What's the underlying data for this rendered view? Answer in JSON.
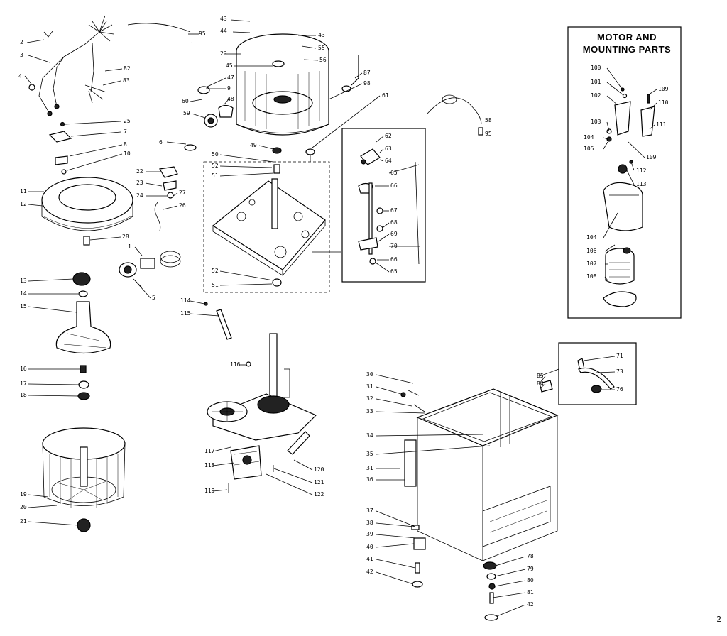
{
  "diagram": {
    "page_number": "2",
    "inset_title_line1": "MOTOR AND",
    "inset_title_line2": "MOUNTING PARTS"
  },
  "callouts": [
    {
      "id": "c-2",
      "label": "2"
    },
    {
      "id": "c-3",
      "label": "3"
    },
    {
      "id": "c-4",
      "label": "4"
    },
    {
      "id": "c-95a",
      "label": "95"
    },
    {
      "id": "c-43a",
      "label": "43"
    },
    {
      "id": "c-44",
      "label": "44"
    },
    {
      "id": "c-43b",
      "label": "43"
    },
    {
      "id": "c-55",
      "label": "55"
    },
    {
      "id": "c-56",
      "label": "56"
    },
    {
      "id": "c-23",
      "label": "23"
    },
    {
      "id": "c-45",
      "label": "45"
    },
    {
      "id": "c-82",
      "label": "82"
    },
    {
      "id": "c-83",
      "label": "83"
    },
    {
      "id": "c-87",
      "label": "87"
    },
    {
      "id": "c-98",
      "label": "98"
    },
    {
      "id": "c-47",
      "label": "47"
    },
    {
      "id": "c-9",
      "label": "9"
    },
    {
      "id": "c-48",
      "label": "48"
    },
    {
      "id": "c-60",
      "label": "60"
    },
    {
      "id": "c-59",
      "label": "59"
    },
    {
      "id": "c-61",
      "label": "61"
    },
    {
      "id": "c-25",
      "label": "25"
    },
    {
      "id": "c-7",
      "label": "7"
    },
    {
      "id": "c-6",
      "label": "6"
    },
    {
      "id": "c-10",
      "label": "10"
    },
    {
      "id": "c-8",
      "label": "8"
    },
    {
      "id": "c-58",
      "label": "58"
    },
    {
      "id": "c-95b",
      "label": "95"
    },
    {
      "id": "c-49",
      "label": "49"
    },
    {
      "id": "c-62",
      "label": "62"
    },
    {
      "id": "c-63",
      "label": "63"
    },
    {
      "id": "c-64",
      "label": "64"
    },
    {
      "id": "c-50",
      "label": "50"
    },
    {
      "id": "c-52a",
      "label": "52"
    },
    {
      "id": "c-51a",
      "label": "51"
    },
    {
      "id": "c-65a",
      "label": "65"
    },
    {
      "id": "c-22",
      "label": "22"
    },
    {
      "id": "c-23b",
      "label": "23"
    },
    {
      "id": "c-24",
      "label": "24"
    },
    {
      "id": "c-27",
      "label": "27"
    },
    {
      "id": "c-26",
      "label": "26"
    },
    {
      "id": "c-66a",
      "label": "66"
    },
    {
      "id": "c-67",
      "label": "67"
    },
    {
      "id": "c-68",
      "label": "68"
    },
    {
      "id": "c-69",
      "label": "69"
    },
    {
      "id": "c-70",
      "label": "70"
    },
    {
      "id": "c-66b",
      "label": "66"
    },
    {
      "id": "c-65b",
      "label": "65"
    },
    {
      "id": "c-11",
      "label": "11"
    },
    {
      "id": "c-12",
      "label": "12"
    },
    {
      "id": "c-28",
      "label": "28"
    },
    {
      "id": "c-1",
      "label": "1"
    },
    {
      "id": "c-52b",
      "label": "52"
    },
    {
      "id": "c-51b",
      "label": "51"
    },
    {
      "id": "c-5",
      "label": "5"
    },
    {
      "id": "c-13",
      "label": "13"
    },
    {
      "id": "c-14",
      "label": "14"
    },
    {
      "id": "c-15",
      "label": "15"
    },
    {
      "id": "c-114",
      "label": "114"
    },
    {
      "id": "c-115",
      "label": "115"
    },
    {
      "id": "c-100",
      "label": "100"
    },
    {
      "id": "c-101",
      "label": "101"
    },
    {
      "id": "c-102",
      "label": "102"
    },
    {
      "id": "c-109a",
      "label": "109"
    },
    {
      "id": "c-110",
      "label": "110"
    },
    {
      "id": "c-103",
      "label": "103"
    },
    {
      "id": "c-111",
      "label": "111"
    },
    {
      "id": "c-104a",
      "label": "104"
    },
    {
      "id": "c-105",
      "label": "105"
    },
    {
      "id": "c-109b",
      "label": "109"
    },
    {
      "id": "c-112",
      "label": "112"
    },
    {
      "id": "c-113",
      "label": "113"
    },
    {
      "id": "c-104b",
      "label": "104"
    },
    {
      "id": "c-106",
      "label": "106"
    },
    {
      "id": "c-107",
      "label": "107"
    },
    {
      "id": "c-108",
      "label": "108"
    },
    {
      "id": "c-16",
      "label": "16"
    },
    {
      "id": "c-17",
      "label": "17"
    },
    {
      "id": "c-18",
      "label": "18"
    },
    {
      "id": "c-116",
      "label": "116"
    },
    {
      "id": "c-71",
      "label": "71"
    },
    {
      "id": "c-73",
      "label": "73"
    },
    {
      "id": "c-76",
      "label": "76"
    },
    {
      "id": "c-30",
      "label": "30"
    },
    {
      "id": "c-85",
      "label": "85"
    },
    {
      "id": "c-84",
      "label": "84"
    },
    {
      "id": "c-31a",
      "label": "31"
    },
    {
      "id": "c-32",
      "label": "32"
    },
    {
      "id": "c-33",
      "label": "33"
    },
    {
      "id": "c-34",
      "label": "34"
    },
    {
      "id": "c-35",
      "label": "35"
    },
    {
      "id": "c-117",
      "label": "117"
    },
    {
      "id": "c-118",
      "label": "118"
    },
    {
      "id": "c-120",
      "label": "120"
    },
    {
      "id": "c-121",
      "label": "121"
    },
    {
      "id": "c-122",
      "label": "122"
    },
    {
      "id": "c-119",
      "label": "119"
    },
    {
      "id": "c-31b",
      "label": "31"
    },
    {
      "id": "c-36",
      "label": "36"
    },
    {
      "id": "c-19",
      "label": "19"
    },
    {
      "id": "c-20",
      "label": "20"
    },
    {
      "id": "c-21",
      "label": "21"
    },
    {
      "id": "c-37",
      "label": "37"
    },
    {
      "id": "c-38",
      "label": "38"
    },
    {
      "id": "c-39",
      "label": "39"
    },
    {
      "id": "c-40",
      "label": "40"
    },
    {
      "id": "c-78",
      "label": "78"
    },
    {
      "id": "c-79",
      "label": "79"
    },
    {
      "id": "c-80",
      "label": "80"
    },
    {
      "id": "c-41",
      "label": "41"
    },
    {
      "id": "c-81",
      "label": "81"
    },
    {
      "id": "c-42a",
      "label": "42"
    },
    {
      "id": "c-42b",
      "label": "42"
    }
  ]
}
